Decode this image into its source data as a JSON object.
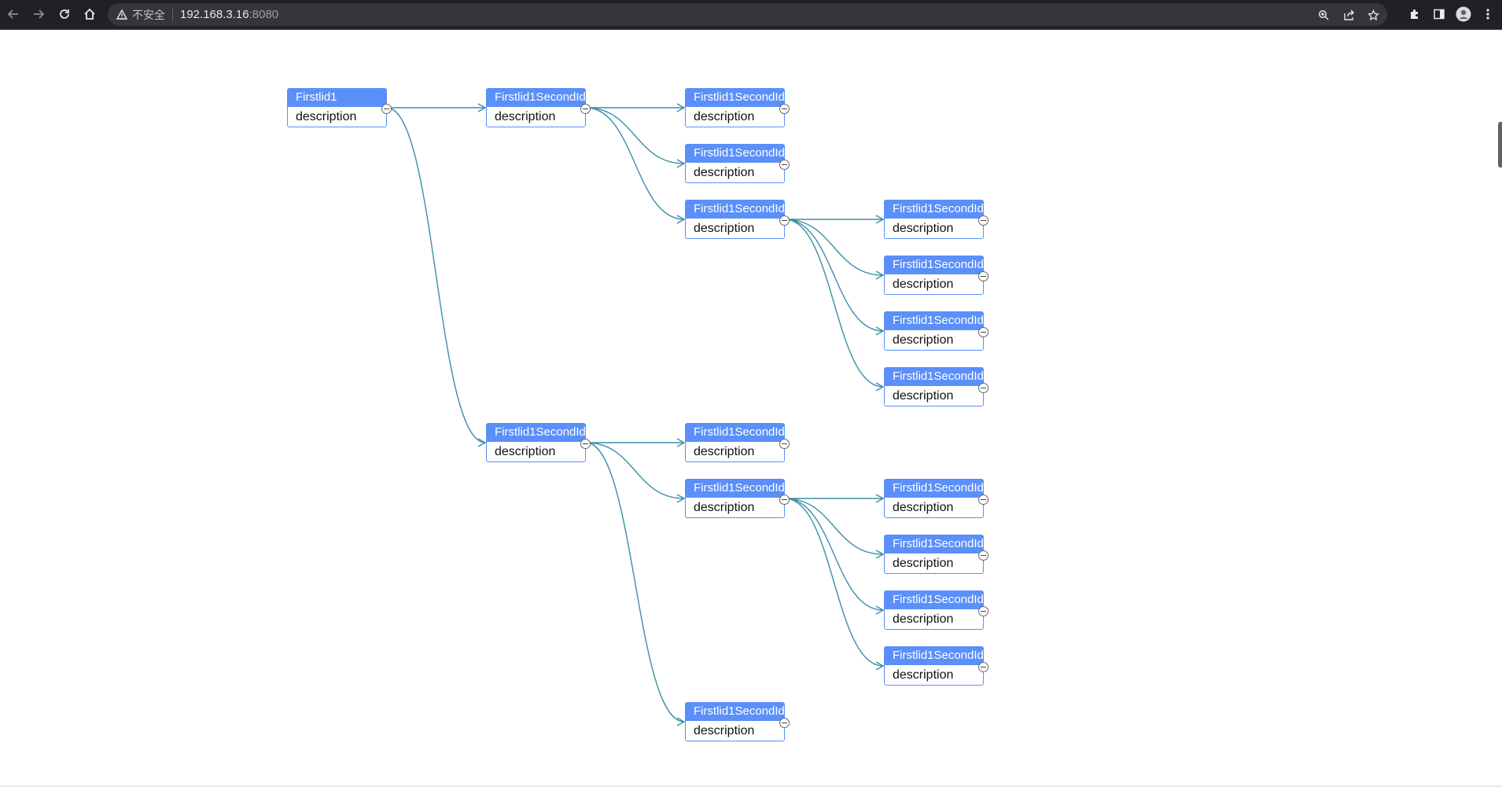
{
  "browser": {
    "security_label": "不安全",
    "url_host": "192.168.3.16",
    "url_port": ":8080",
    "icons": [
      "back-icon",
      "forward-icon",
      "reload-icon",
      "home-icon",
      "warning-icon",
      "zoom-icon",
      "share-icon",
      "star-icon",
      "extensions-icon",
      "side-panel-icon",
      "profile-icon",
      "menu-icon"
    ]
  },
  "tree": {
    "root": {
      "title": "Firstlid1",
      "description": "description"
    },
    "child_title": "Firstlid1SecondId",
    "child_description": "description"
  },
  "colors": {
    "node_header": "#5b8ff9",
    "node_border": "#5b8ff9",
    "edge": "#3d8fa8",
    "chrome_bg": "#202124"
  }
}
